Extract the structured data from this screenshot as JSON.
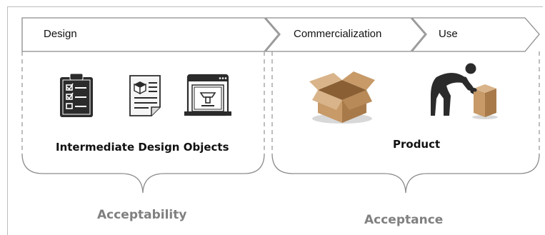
{
  "phases": [
    {
      "label": "Design"
    },
    {
      "label": "Commercialization"
    },
    {
      "label": "Use"
    }
  ],
  "groups": [
    {
      "label": "Intermediate Design Objects",
      "icons": [
        "checklist-icon",
        "document-with-box-icon",
        "browser-3d-model-icon"
      ]
    },
    {
      "label": "Product",
      "icons": [
        "open-box-icon",
        "person-lifting-box-icon"
      ]
    }
  ],
  "outcomes": [
    {
      "label": "Acceptability"
    },
    {
      "label": "Acceptance"
    }
  ],
  "colors": {
    "outline": "#8c8c8c",
    "dashed": "#9a9a9a",
    "box_light": "#d9b48a",
    "box_mid": "#c79a68",
    "box_dark": "#a87a4a",
    "icon_dark": "#2b2b2b",
    "outcome_text": "#808080"
  }
}
